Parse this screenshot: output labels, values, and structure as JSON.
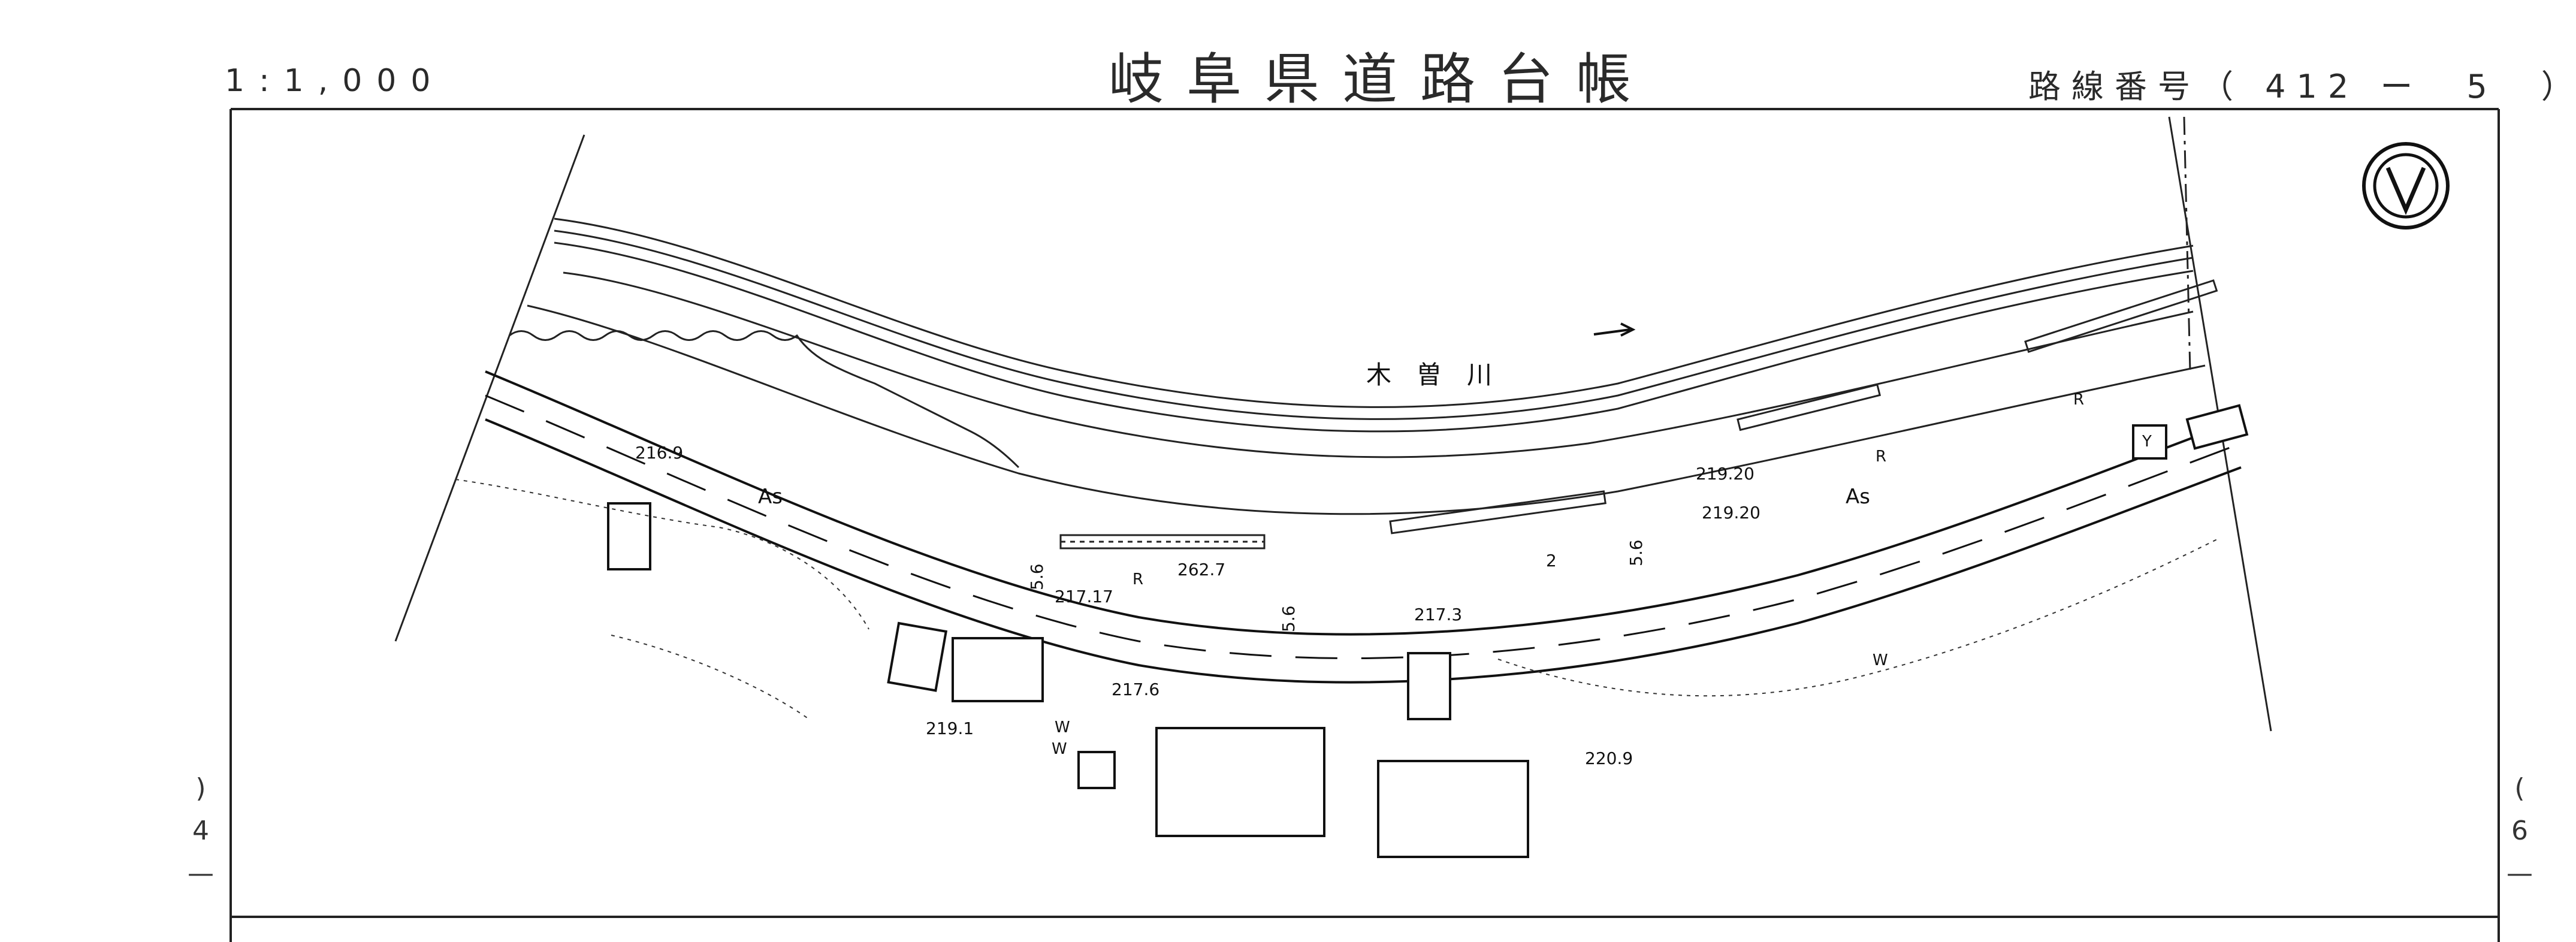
{
  "header": {
    "scale": "1:1,000",
    "title": "岐阜県道路台帳",
    "route": "路線番号（ 412 ー　5　）"
  },
  "side_labels": {
    "left_top": ")",
    "left_num": "4",
    "left_bottom": "—",
    "right_top": "(",
    "right_num": "6",
    "right_bottom": "—"
  },
  "map": {
    "river_name": "木　曽　川",
    "road_surface": "As",
    "road_surface_2": "As",
    "width_labels": [
      "5.6",
      "5.6",
      "5.6",
      "2"
    ],
    "elevations": [
      "216.9",
      "217.17",
      "262.7",
      "217.3",
      "217.6",
      "219.1",
      "219.20",
      "219.20",
      "220.9"
    ],
    "markers": [
      "R",
      "R",
      "R",
      "W",
      "W",
      "W",
      "Y"
    ],
    "north_arrow": "north-arrow"
  },
  "colors": {
    "ink": "#1a1a1a",
    "paper": "#ffffff"
  }
}
